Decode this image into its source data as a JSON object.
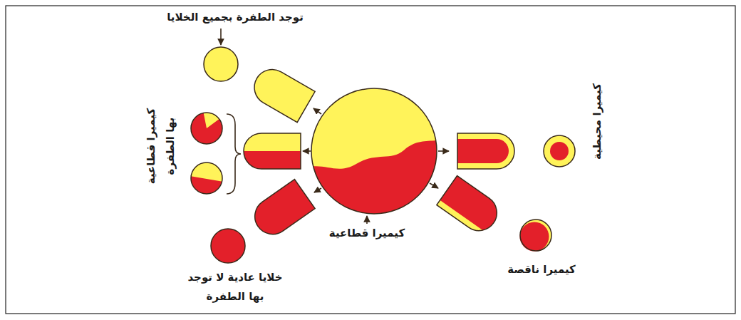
{
  "diagram": {
    "labels": [
      "توجد الطفرة بجميع الخلايا",
      "كيميرا قطاعية بها الطفرة",
      "خلايا عادية لا توجد بها الطفرة",
      "كيميرا قطاعية",
      "كيميرا محيطية",
      "كيميرا ناقصة"
    ]
  }
}
